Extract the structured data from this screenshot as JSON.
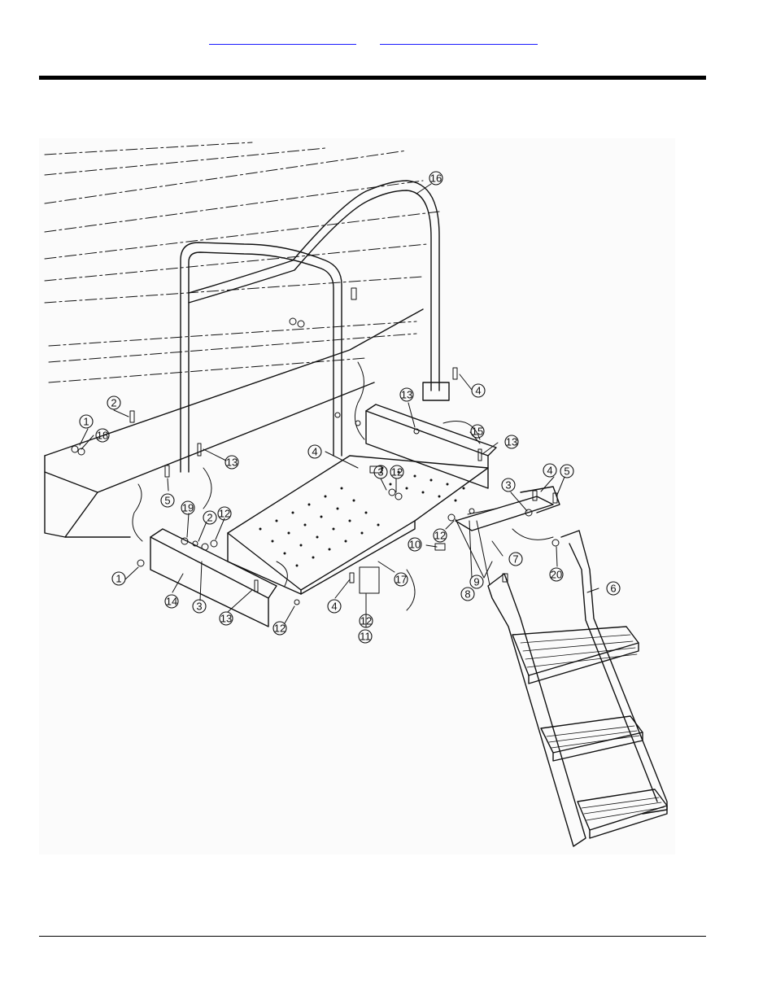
{
  "nav": {
    "link_1": "",
    "link_2": ""
  },
  "callouts": [
    {
      "label": "1"
    },
    {
      "label": "1"
    },
    {
      "label": "2"
    },
    {
      "label": "2"
    },
    {
      "label": "3"
    },
    {
      "label": "3"
    },
    {
      "label": "3"
    },
    {
      "label": "4"
    },
    {
      "label": "4"
    },
    {
      "label": "4"
    },
    {
      "label": "4"
    },
    {
      "label": "5"
    },
    {
      "label": "5"
    },
    {
      "label": "6"
    },
    {
      "label": "7"
    },
    {
      "label": "8"
    },
    {
      "label": "9"
    },
    {
      "label": "10"
    },
    {
      "label": "11"
    },
    {
      "label": "12"
    },
    {
      "label": "12"
    },
    {
      "label": "12"
    },
    {
      "label": "12"
    },
    {
      "label": "12"
    },
    {
      "label": "13"
    },
    {
      "label": "13"
    },
    {
      "label": "13"
    },
    {
      "label": "13"
    },
    {
      "label": "14"
    },
    {
      "label": "15"
    },
    {
      "label": "16"
    },
    {
      "label": "17"
    },
    {
      "label": "18"
    },
    {
      "label": "19"
    },
    {
      "label": "20"
    }
  ],
  "colors": {
    "line": "#111111",
    "link": "#1a1aff",
    "paper": "#ffffff"
  }
}
